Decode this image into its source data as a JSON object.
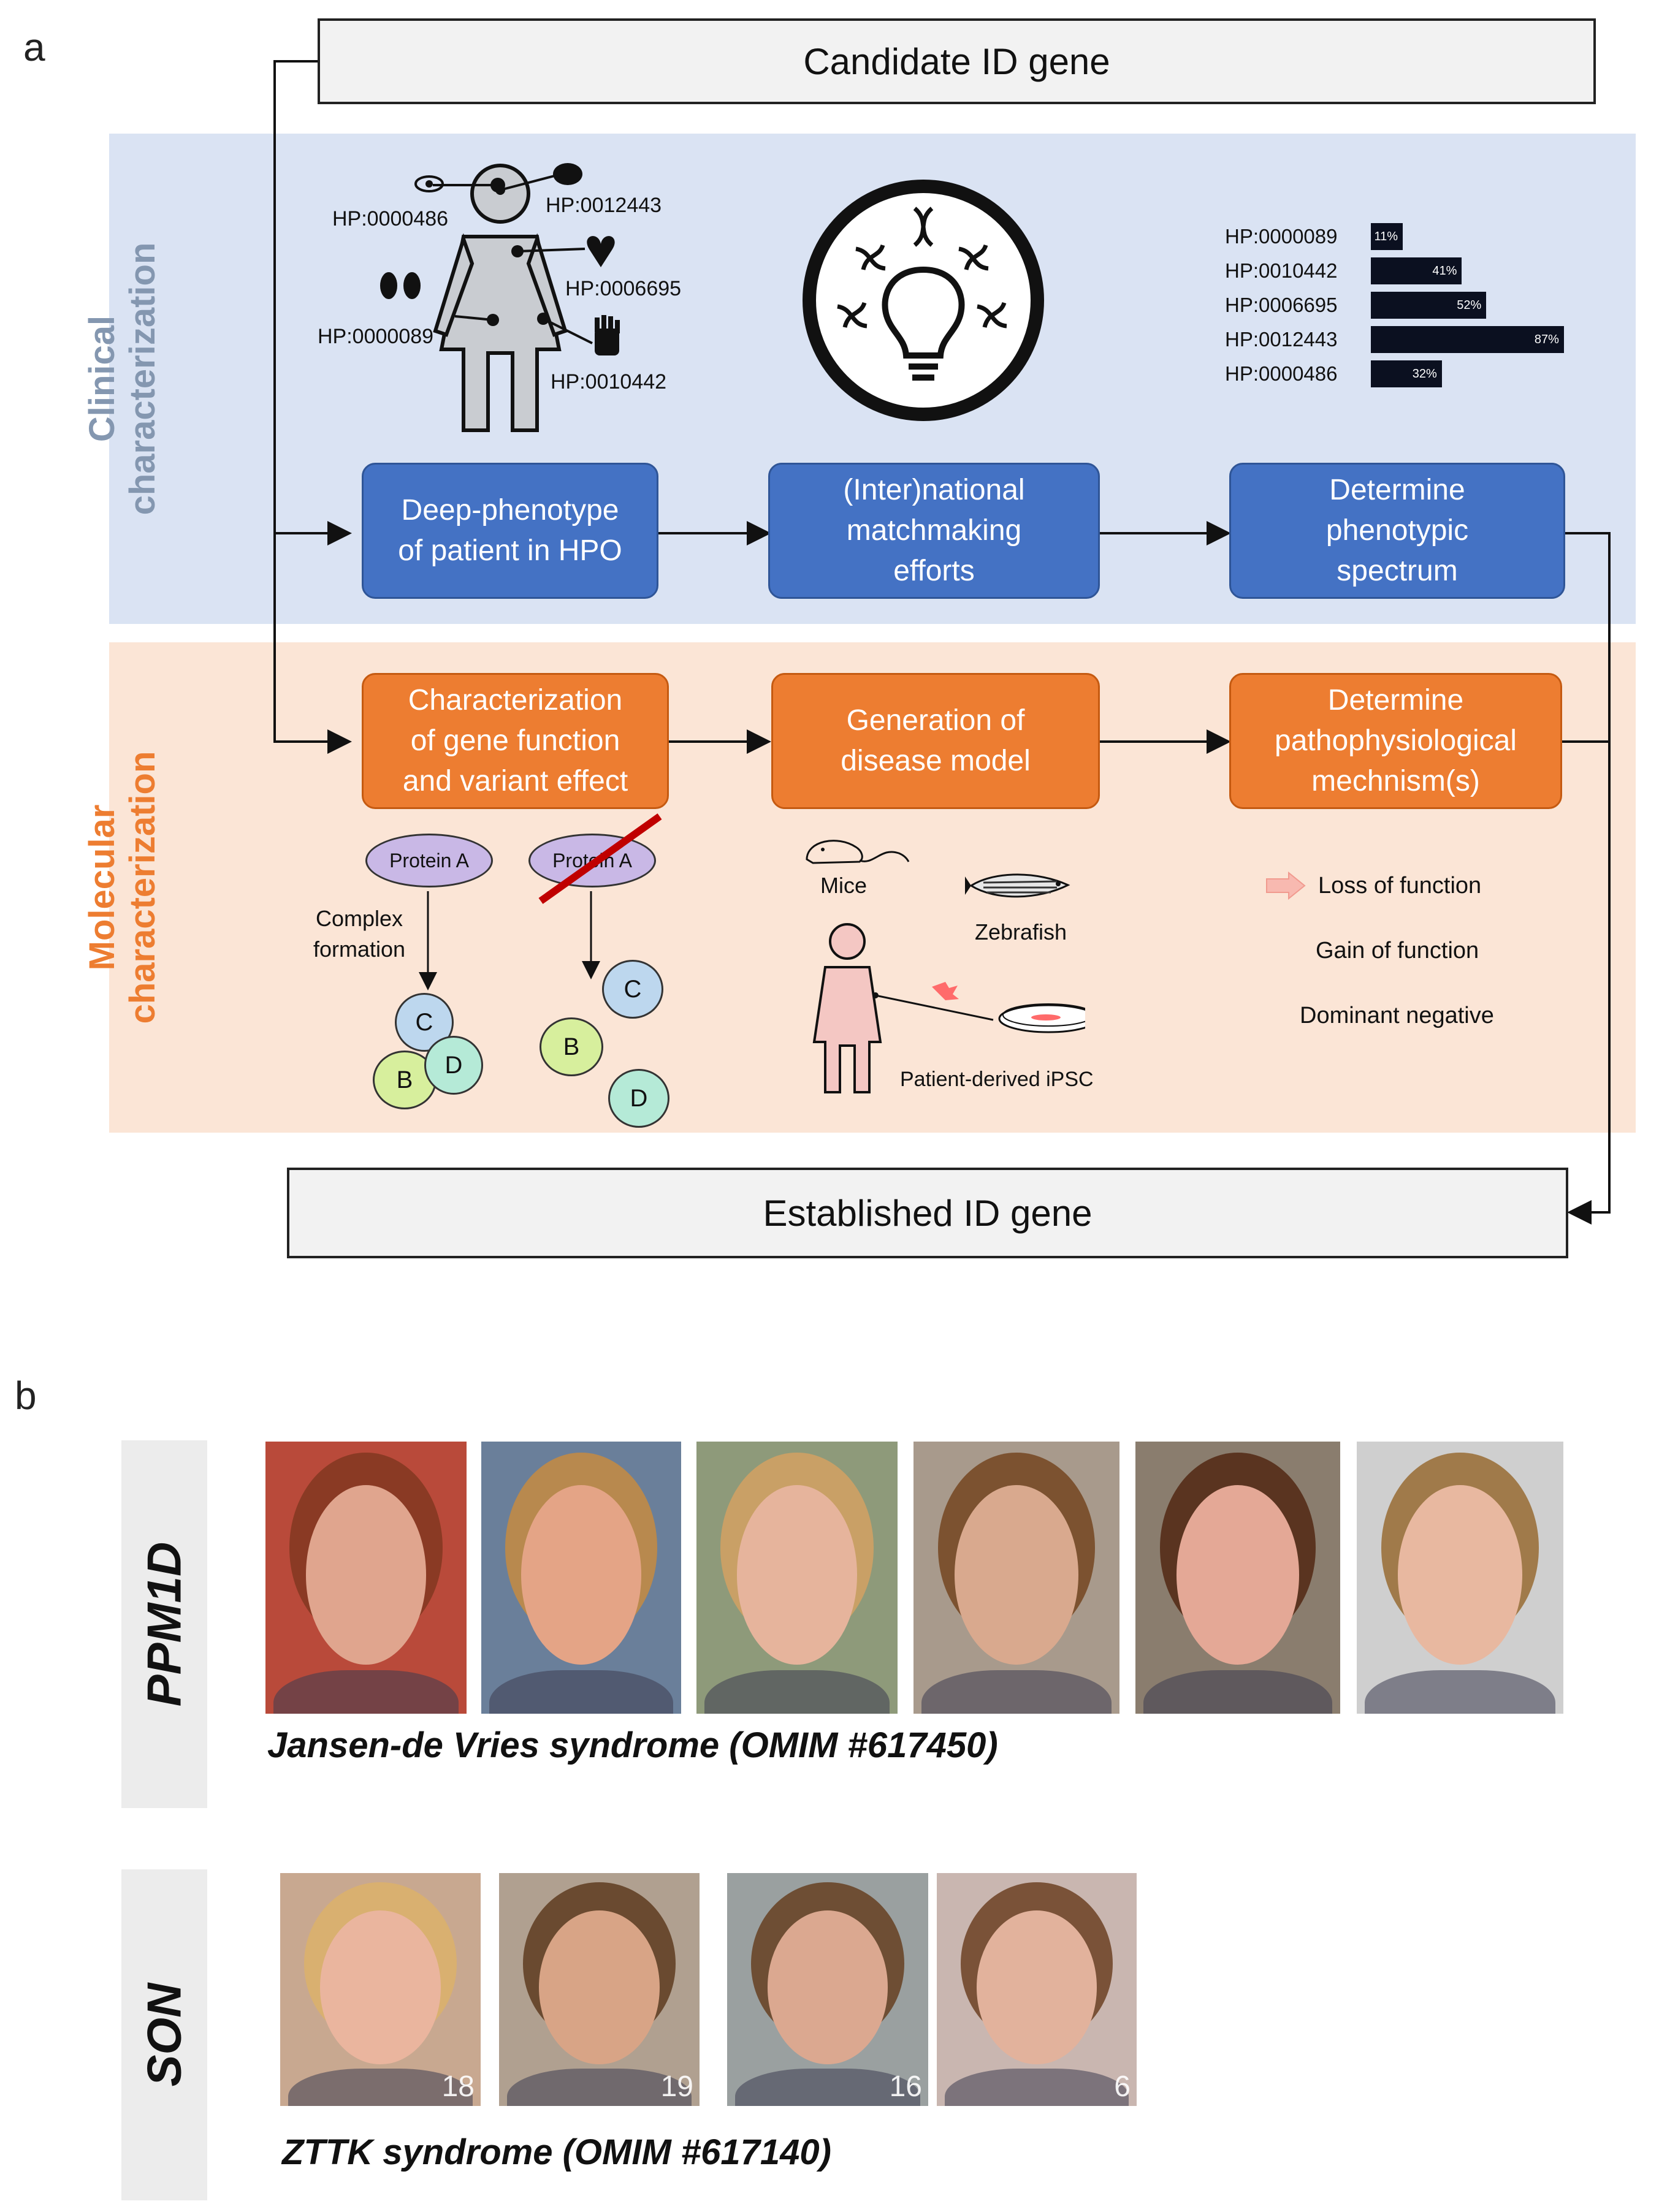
{
  "panel_a": {
    "letter": "a",
    "candidate_gene": "Candidate ID gene",
    "established_gene": "Established ID gene",
    "clinical_label_line1": "Clinical",
    "clinical_label_line2": "characterization",
    "molecular_label_line1": "Molecular",
    "molecular_label_line2": "characterization",
    "body_hpo_terms": [
      "HP:0000486",
      "HP:0012443",
      "HP:0006695",
      "HP:0000089",
      "HP:0010442"
    ],
    "clinical_steps": [
      "Deep-phenotype\nof patient in HPO",
      "(Inter)national\nmatchmaking\nefforts",
      "Determine\nphenotypic\nspectrum"
    ],
    "molecular_steps": [
      "Characterization\nof gene function\nand variant effect",
      "Generation of\ndisease model",
      "Determine\npathophysiological\nmechnism(s)"
    ],
    "spectrum_bars": [
      {
        "term": "HP:0000089",
        "pct_label": "11%",
        "value": 11
      },
      {
        "term": "HP:0010442",
        "pct_label": "41%",
        "value": 41
      },
      {
        "term": "HP:0006695",
        "pct_label": "52%",
        "value": 52
      },
      {
        "term": "HP:0012443",
        "pct_label": "87%",
        "value": 87
      },
      {
        "term": "HP:0000486",
        "pct_label": "32%",
        "value": 32
      }
    ],
    "protein_a": "Protein A",
    "complex_formation": "Complex\nformation",
    "subunits": [
      "C",
      "B",
      "D"
    ],
    "model_mice": "Mice",
    "model_zebrafish": "Zebrafish",
    "model_ipsc": "Patient-derived iPSC",
    "mechanisms": [
      "Loss of function",
      "Gain of function",
      "Dominant negative"
    ],
    "colors": {
      "clinical_band": "#dae3f3",
      "molecular_band": "#fbe5d6",
      "clinical_text": "#8497b0",
      "molecular_text": "#ed7d31",
      "blue_step": "#4472c4",
      "orange_step": "#ed7d31"
    }
  },
  "panel_b": {
    "letter": "b",
    "groups": [
      {
        "gene": "PPM1D",
        "syndrome": "Jansen-de Vries syndrome (OMIM #617450)",
        "photos": [
          {
            "age": "",
            "bg": "#b94a3a",
            "skin": "#e0a58e",
            "hair": "#8a3a24"
          },
          {
            "age": "",
            "bg": "#6a7f9a",
            "skin": "#e4a486",
            "hair": "#b8894e"
          },
          {
            "age": "",
            "bg": "#8e9a7a",
            "skin": "#e6b49c",
            "hair": "#c9a066"
          },
          {
            "age": "",
            "bg": "#a89a8c",
            "skin": "#d9a98e",
            "hair": "#7c5230"
          },
          {
            "age": "",
            "bg": "#8a7d6e",
            "skin": "#e4a896",
            "hair": "#5a3420"
          },
          {
            "age": "",
            "bg": "#cfcfcf",
            "skin": "#e8b8a0",
            "hair": "#a07a4a"
          }
        ]
      },
      {
        "gene": "SON",
        "syndrome": "ZTTK syndrome (OMIM #617140)",
        "photos": [
          {
            "age": "18",
            "bg": "#c8a890",
            "skin": "#eab59e",
            "hair": "#d9b070"
          },
          {
            "age": "19",
            "bg": "#b0a090",
            "skin": "#d8a486",
            "hair": "#6a4a30"
          },
          {
            "age": "16",
            "bg": "#9aa0a0",
            "skin": "#dba890",
            "hair": "#6e4e34"
          },
          {
            "age": "6",
            "bg": "#c9b6b0",
            "skin": "#e2b29c",
            "hair": "#7a5238"
          }
        ]
      }
    ]
  }
}
